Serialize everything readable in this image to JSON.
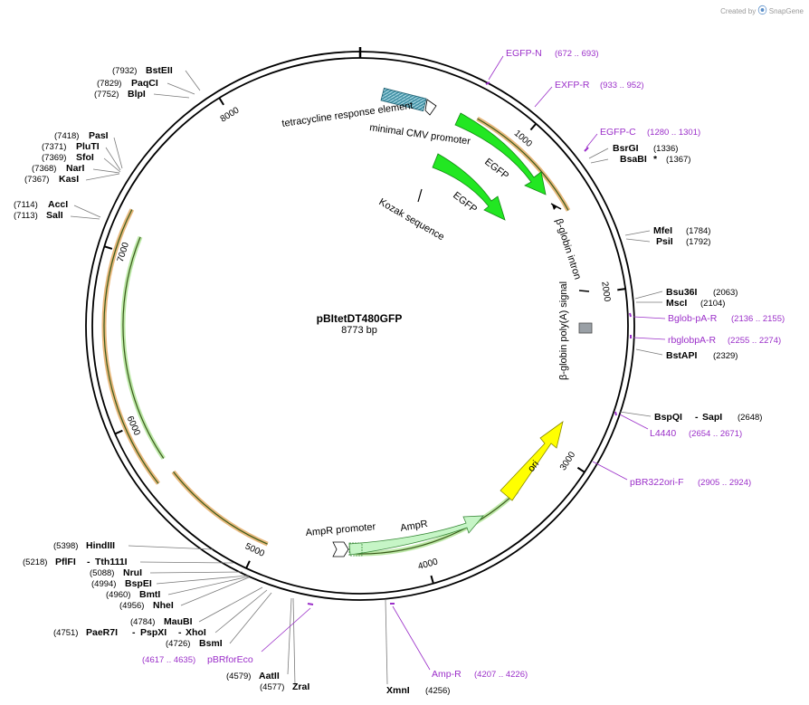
{
  "branding": {
    "created_by": "Created by",
    "product": "SnapGene"
  },
  "plasmid": {
    "name": "pBItetDT480GFP",
    "length_label": "8773 bp",
    "length_bp": 8773
  },
  "ticks": [
    {
      "bp": 1000,
      "label": "1000"
    },
    {
      "bp": 2000,
      "label": "2000"
    },
    {
      "bp": 3000,
      "label": "3000"
    },
    {
      "bp": 4000,
      "label": "4000"
    },
    {
      "bp": 5000,
      "label": "5000"
    },
    {
      "bp": 6000,
      "label": "6000"
    },
    {
      "bp": 7000,
      "label": "7000"
    },
    {
      "bp": 8000,
      "label": "8000"
    }
  ],
  "sites": [
    {
      "name": "BstEII",
      "pos": "(7932)",
      "bp": 7932,
      "side": "left"
    },
    {
      "name": "PaqCI",
      "pos": "(7829)",
      "bp": 7829,
      "side": "left"
    },
    {
      "name": "BlpI",
      "pos": "(7752)",
      "bp": 7752,
      "side": "left"
    },
    {
      "name": "PasI",
      "pos": "(7418)",
      "bp": 7418,
      "side": "left"
    },
    {
      "name": "PluTI",
      "pos": "(7371)",
      "bp": 7371,
      "side": "left"
    },
    {
      "name": "SfoI",
      "pos": "(7369)",
      "bp": 7369,
      "side": "left"
    },
    {
      "name": "NarI",
      "pos": "(7368)",
      "bp": 7368,
      "side": "left"
    },
    {
      "name": "KasI",
      "pos": "(7367)",
      "bp": 7367,
      "side": "left"
    },
    {
      "name": "AccI",
      "pos": "(7114)",
      "bp": 7114,
      "side": "left"
    },
    {
      "name": "SalI",
      "pos": "(7113)",
      "bp": 7113,
      "side": "left"
    },
    {
      "name": "BsrGI",
      "pos": "(1336)",
      "bp": 1336,
      "side": "right"
    },
    {
      "name": "BsaBI",
      "pos": "(1367)",
      "bp": 1367,
      "side": "right",
      "star": "*"
    },
    {
      "name": "MfeI",
      "pos": "(1784)",
      "bp": 1784,
      "side": "right"
    },
    {
      "name": "PsiI",
      "pos": "(1792)",
      "bp": 1792,
      "side": "right"
    },
    {
      "name": "Bsu36I",
      "pos": "(2063)",
      "bp": 2063,
      "side": "right"
    },
    {
      "name": "MscI",
      "pos": "(2104)",
      "bp": 2104,
      "side": "right"
    },
    {
      "name": "BstAPI",
      "pos": "(2329)",
      "bp": 2329,
      "side": "right"
    },
    {
      "name": "BspQI",
      "sep": "-",
      "name2": "SapI",
      "pos": "(2648)",
      "bp": 2648,
      "side": "right"
    },
    {
      "name": "HindIII",
      "pos": "(5398)",
      "bp": 5398,
      "side": "left"
    },
    {
      "name": "PflFI",
      "sep": "-",
      "name2": "Tth111I",
      "pos": "(5218)",
      "bp": 5218,
      "side": "left"
    },
    {
      "name": "NruI",
      "pos": "(5088)",
      "bp": 5088,
      "side": "left"
    },
    {
      "name": "BspEI",
      "pos": "(4994)",
      "bp": 4994,
      "side": "left"
    },
    {
      "name": "BmtI",
      "pos": "(4960)",
      "bp": 4960,
      "side": "left"
    },
    {
      "name": "NheI",
      "pos": "(4956)",
      "bp": 4956,
      "side": "left"
    },
    {
      "name": "MauBI",
      "pos": "(4784)",
      "bp": 4784,
      "side": "left"
    },
    {
      "name": "PaeR7I",
      "sep": "-",
      "name2": "PspXI",
      "sep2": "-",
      "name3": "XhoI",
      "pos": "(4751)",
      "bp": 4751,
      "side": "left"
    },
    {
      "name": "BsmI",
      "pos": "(4726)",
      "bp": 4726,
      "side": "left"
    },
    {
      "name": "AatII",
      "pos": "(4579)",
      "bp": 4579,
      "side": "left"
    },
    {
      "name": "ZraI",
      "pos": "(4577)",
      "bp": 4577,
      "side": "left"
    },
    {
      "name": "XmnI",
      "pos": "(4256)",
      "bp": 4256,
      "side": "bottom"
    }
  ],
  "primers": [
    {
      "name": "EGFP-N",
      "pos": "(672 .. 693)",
      "bp": 683
    },
    {
      "name": "EXFP-R",
      "pos": "(933 .. 952)",
      "bp": 943
    },
    {
      "name": "EGFP-C",
      "pos": "(1280 .. 1301)",
      "bp": 1290
    },
    {
      "name": "Bglob-pA-R",
      "pos": "(2136 .. 2155)",
      "bp": 2146
    },
    {
      "name": "rbglobpA-R",
      "pos": "(2255 .. 2274)",
      "bp": 2265
    },
    {
      "name": "L4440",
      "pos": "(2654 .. 2671)",
      "bp": 2662
    },
    {
      "name": "pBR322ori-F",
      "pos": "(2905 .. 2924)",
      "bp": 2915
    },
    {
      "name": "Amp-R",
      "pos": "(4207 .. 4226)",
      "bp": 4217
    },
    {
      "name": "pBRforEco",
      "pos": "(4617 .. 4635)",
      "bp": 4626
    }
  ],
  "features": [
    {
      "label": "tetracycline response element"
    },
    {
      "label": "minimal CMV promoter"
    },
    {
      "label": "EGFP"
    },
    {
      "label": "EGFP"
    },
    {
      "label": "Kozak sequence"
    },
    {
      "label": "β-globin intron"
    },
    {
      "label": "β-globin poly(A) signal"
    },
    {
      "label": "ori"
    },
    {
      "label": "AmpR promoter"
    },
    {
      "label": "AmpR"
    }
  ],
  "colors": {
    "egfp": "#22e722",
    "egfp_stroke": "#118811",
    "ori": "#ffff00",
    "ampr": "#c6f5c6",
    "tre": "#3f8fa3",
    "orf_orange": "#e0a050",
    "orf_green": "#a6e08a",
    "primer": "#9b2fc9",
    "polyA": "#9aa0a6"
  }
}
